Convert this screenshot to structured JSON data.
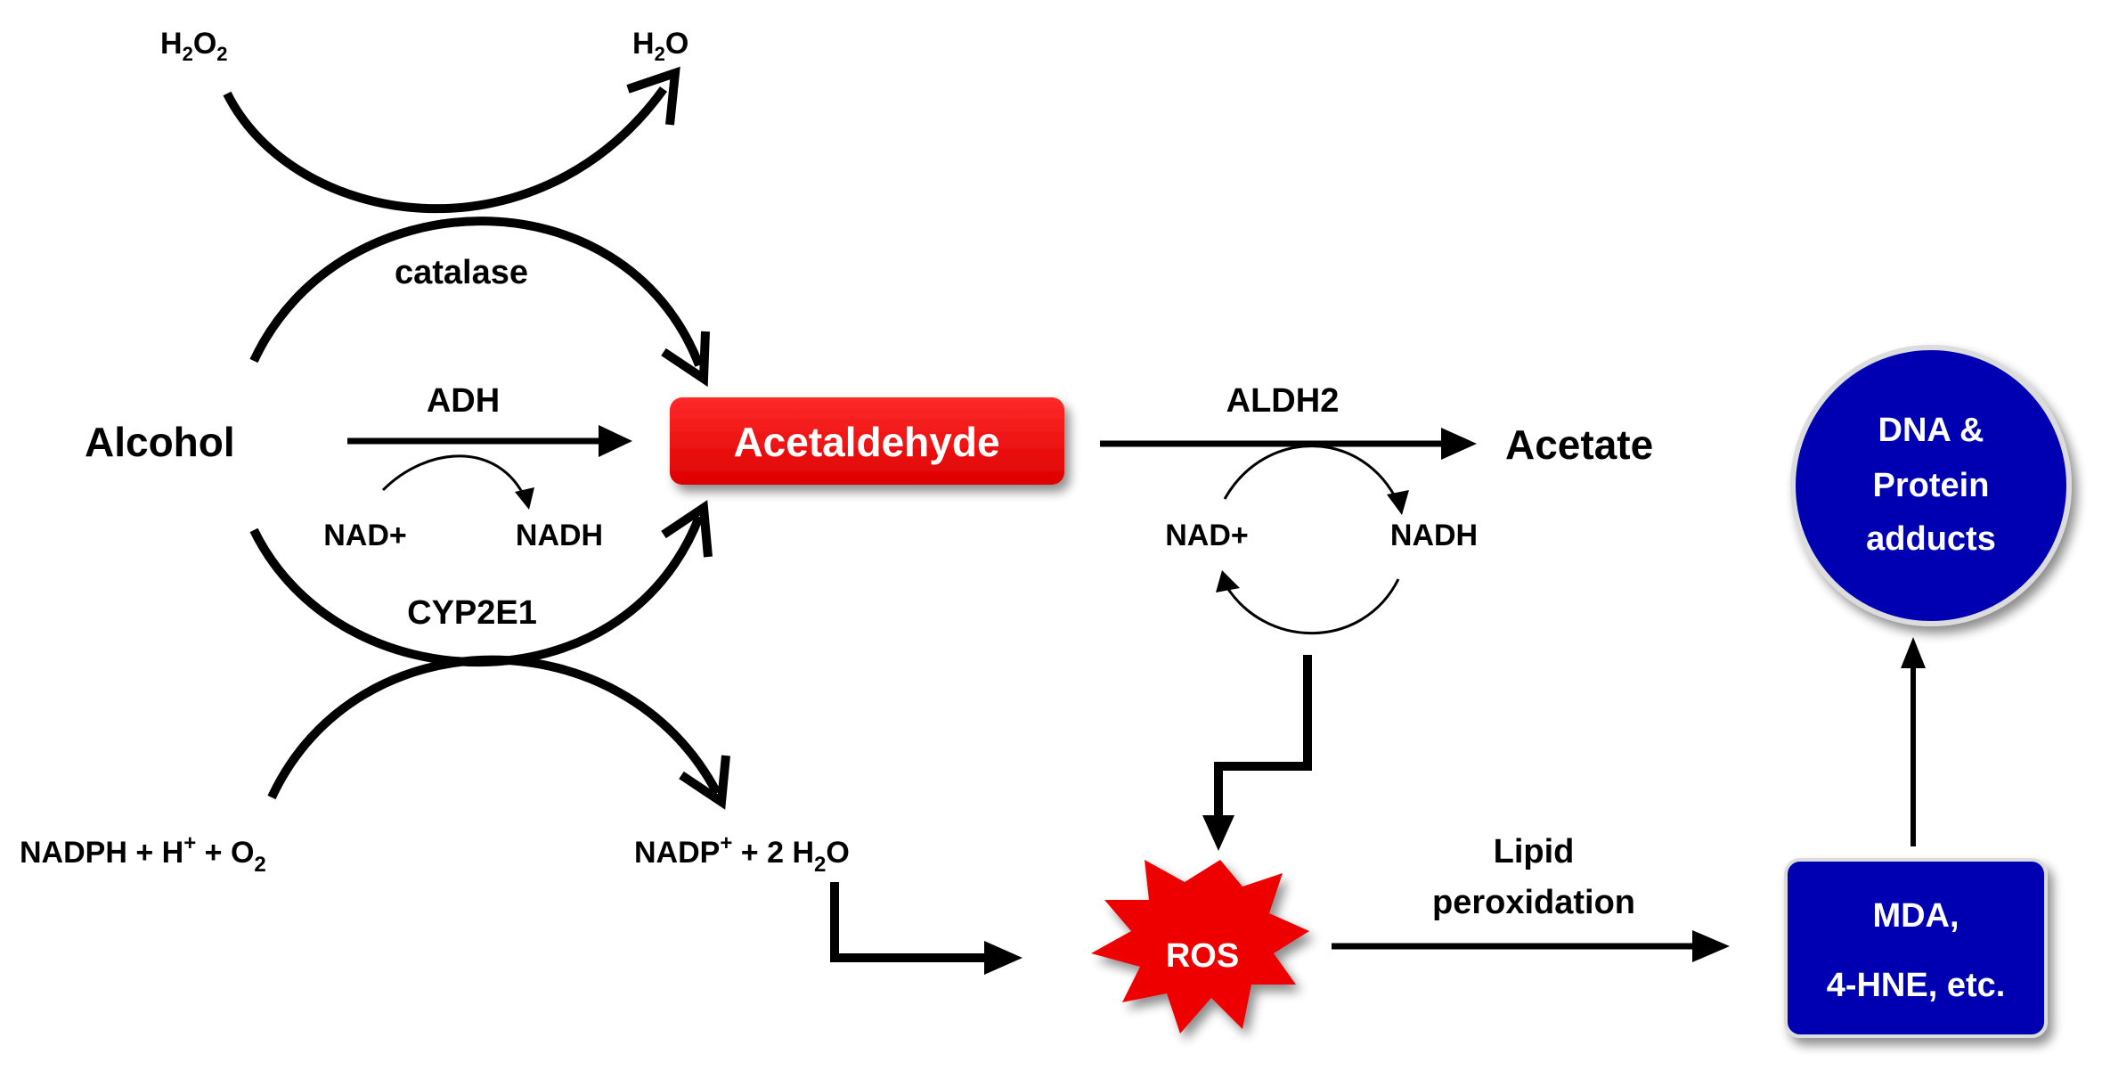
{
  "nodes": {
    "alcohol": "Alcohol",
    "acetaldehyde": "Acetaldehyde",
    "acetate": "Acetate",
    "ros": "ROS",
    "dna_line1": "DNA &",
    "dna_line2": "Protein",
    "dna_line3": "adducts",
    "mda_line1": "MDA,",
    "mda_line2": "4-HNE, etc."
  },
  "enzymes": {
    "catalase": "catalase",
    "adh": "ADH",
    "cyp2e1": "CYP2E1",
    "aldh2": "ALDH2"
  },
  "cofactors": {
    "h2o2": {
      "base1": "H",
      "sub1": "2",
      "base2": "O",
      "sub2": "2"
    },
    "h2o": {
      "base1": "H",
      "sub1": "2",
      "base2": "O"
    },
    "nad_adh": "NAD+",
    "nadh_adh": "NADH",
    "nad_aldh": "NAD+",
    "nadh_aldh": "NADH",
    "nadph": {
      "prefix": "NADPH + H",
      "sup": "+",
      "mid": " + O",
      "sub": "2"
    },
    "nadp": {
      "prefix": "NADP",
      "sup": "+",
      "mid": " + 2 H",
      "sub": "2",
      "suffix": "O"
    }
  },
  "process": {
    "lipid_line1": "Lipid",
    "lipid_line2": "peroxidation"
  },
  "colors": {
    "acetaldehyde_box": "#ee0000",
    "ros_burst": "#ee0000",
    "blue_node": "#0000b3",
    "text": "#000000"
  }
}
